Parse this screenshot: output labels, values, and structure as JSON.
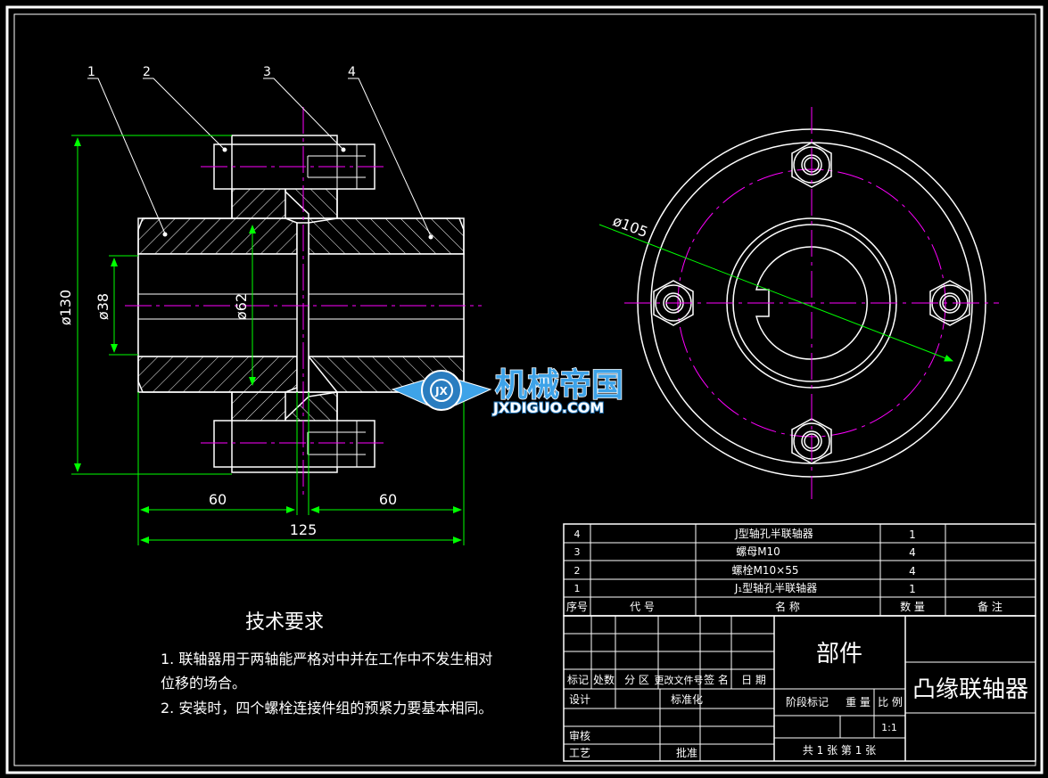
{
  "callouts": [
    "1",
    "2",
    "3",
    "4"
  ],
  "dimensions": {
    "d130": "ø130",
    "d38": "ø38",
    "d62": "ø62",
    "len_left": "60",
    "len_right": "60",
    "len_total": "125",
    "d105": "ø105"
  },
  "tech_requirements": {
    "title": "技术要求",
    "lines": [
      "1. 联轴器用于两轴能严格对中并在工作中不发生相对",
      "位移的场合。",
      "2. 安装时，四个螺栓连接件组的预紧力要基本相同。"
    ]
  },
  "watermark": {
    "cn": "机械帝国",
    "en": "JXDIGUO.COM"
  },
  "parts_list": {
    "rows": [
      {
        "no": "4",
        "name": "J型轴孔半联轴器",
        "qty": "1"
      },
      {
        "no": "3",
        "name": "螺母M10",
        "qty": "4"
      },
      {
        "no": "2",
        "name": "螺栓M10×55",
        "qty": "4"
      },
      {
        "no": "1",
        "name": "J₁型轴孔半联轴器",
        "qty": "1"
      }
    ],
    "header": {
      "no": "序号",
      "code": "代 号",
      "name": "名 称",
      "qty": "数 量",
      "note": "备 注"
    }
  },
  "title_block": {
    "part_label": "部件",
    "drawing_name": "凸缘联轴器",
    "rev_labels": [
      "标记",
      "处数",
      "分 区",
      "更改文件号",
      "签 名",
      "日 期"
    ],
    "design": "设计",
    "standardize": "标准化",
    "review": "审核",
    "process": "工艺",
    "approve": "批准",
    "stage_labels": [
      "阶段标记",
      "重 量",
      "比 例"
    ],
    "scale": "1:1",
    "sheets": "共 1 张   第 1 张"
  },
  "colors": {
    "background": "#000000",
    "outline": "#ffffff",
    "dimension": "#00ff00",
    "centerline": "#ff00ff",
    "watermark": "#3ea3e8"
  }
}
